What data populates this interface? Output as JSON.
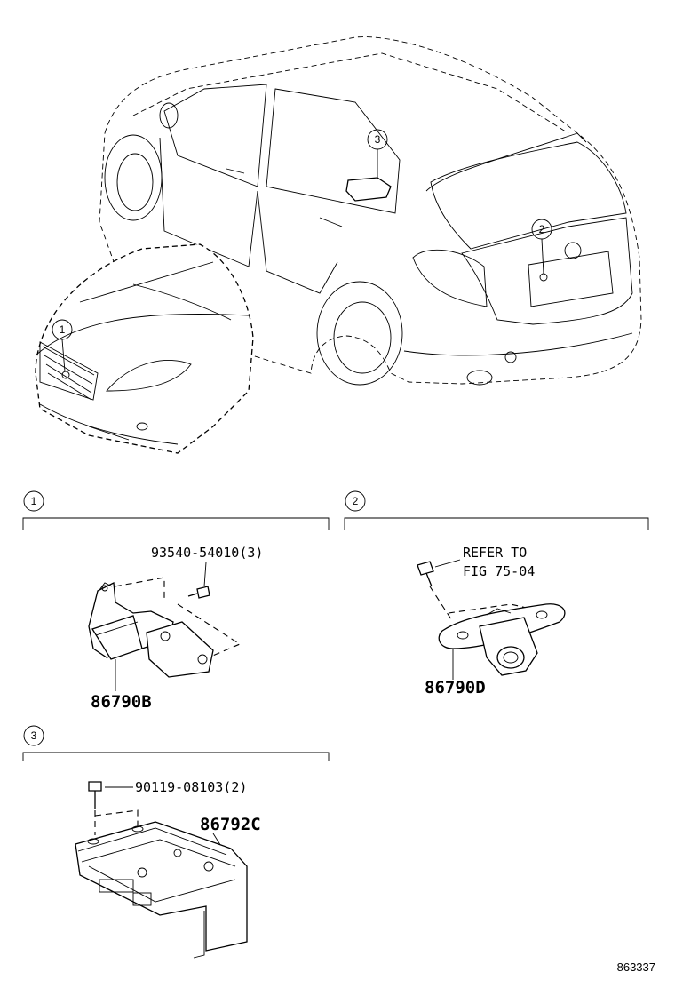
{
  "overview": {
    "callouts": [
      "1",
      "2",
      "3"
    ]
  },
  "sections": [
    {
      "number": "1",
      "part_number": "86790B",
      "fastener": "93540-54010(3)"
    },
    {
      "number": "2",
      "part_number": "86790D",
      "reference_line1": "REFER TO",
      "reference_line2": "FIG 75-04"
    },
    {
      "number": "3",
      "part_number": "86792C",
      "fastener": "90119-08103(2)"
    }
  ],
  "illustration_id": "863337"
}
